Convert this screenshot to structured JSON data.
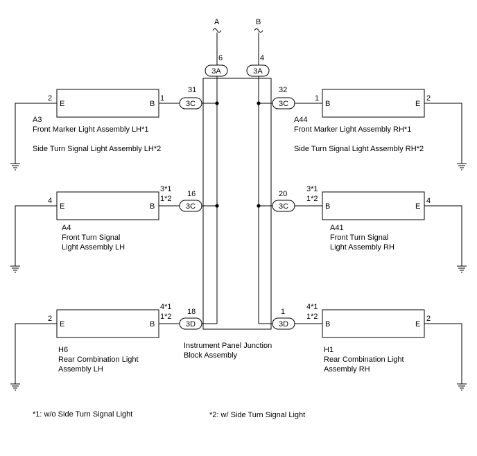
{
  "signals": {
    "a": "A",
    "b": "B"
  },
  "top_connectors": {
    "left": {
      "pin": "6",
      "label": "3A"
    },
    "right": {
      "pin": "4",
      "label": "3A"
    }
  },
  "junction_block": {
    "name_line1": "Instrument Panel Junction",
    "name_line2": "Block Assembly"
  },
  "rows": [
    {
      "left": {
        "ground_pin": "2",
        "e_label": "E",
        "b_label": "B",
        "b_pin": "1",
        "b_pin_alt": "",
        "conn_pin": "31",
        "conn_label": "3C",
        "code": "A3",
        "name_line1": "Front Marker Light Assembly LH*1",
        "name_line2": "",
        "name_line3": "Side Turn Signal Light Assembly LH*2"
      },
      "right": {
        "ground_pin": "2",
        "e_label": "E",
        "b_label": "B",
        "b_pin": "1",
        "b_pin_alt": "",
        "conn_pin": "32",
        "conn_label": "3C",
        "code": "A44",
        "name_line1": "Front Marker Light Assembly RH*1",
        "name_line2": "",
        "name_line3": "Side Turn Signal Light Assembly RH*2"
      }
    },
    {
      "left": {
        "ground_pin": "4",
        "e_label": "E",
        "b_label": "B",
        "b_pin": "3*1",
        "b_pin_alt": "1*2",
        "conn_pin": "16",
        "conn_label": "3C",
        "code": "A4",
        "name_line1": "Front Turn Signal",
        "name_line2": "Light Assembly LH",
        "name_line3": ""
      },
      "right": {
        "ground_pin": "4",
        "e_label": "E",
        "b_label": "B",
        "b_pin": "3*1",
        "b_pin_alt": "1*2",
        "conn_pin": "20",
        "conn_label": "3C",
        "code": "A41",
        "name_line1": "Front Turn Signal",
        "name_line2": "Light Assembly RH",
        "name_line3": ""
      }
    },
    {
      "left": {
        "ground_pin": "2",
        "e_label": "E",
        "b_label": "B",
        "b_pin": "4*1",
        "b_pin_alt": "1*2",
        "conn_pin": "18",
        "conn_label": "3D",
        "code": "H6",
        "name_line1": "Rear Combination Light",
        "name_line2": "Assembly LH",
        "name_line3": ""
      },
      "right": {
        "ground_pin": "2",
        "e_label": "E",
        "b_label": "B",
        "b_pin": "4*1",
        "b_pin_alt": "1*2",
        "conn_pin": "1",
        "conn_label": "3D",
        "code": "H1",
        "name_line1": "Rear Combination Light",
        "name_line2": "Assembly RH",
        "name_line3": ""
      }
    }
  ],
  "footnotes": {
    "note1": "*1: w/o Side Turn Signal Light",
    "note2": "*2: w/ Side Turn Signal Light"
  }
}
